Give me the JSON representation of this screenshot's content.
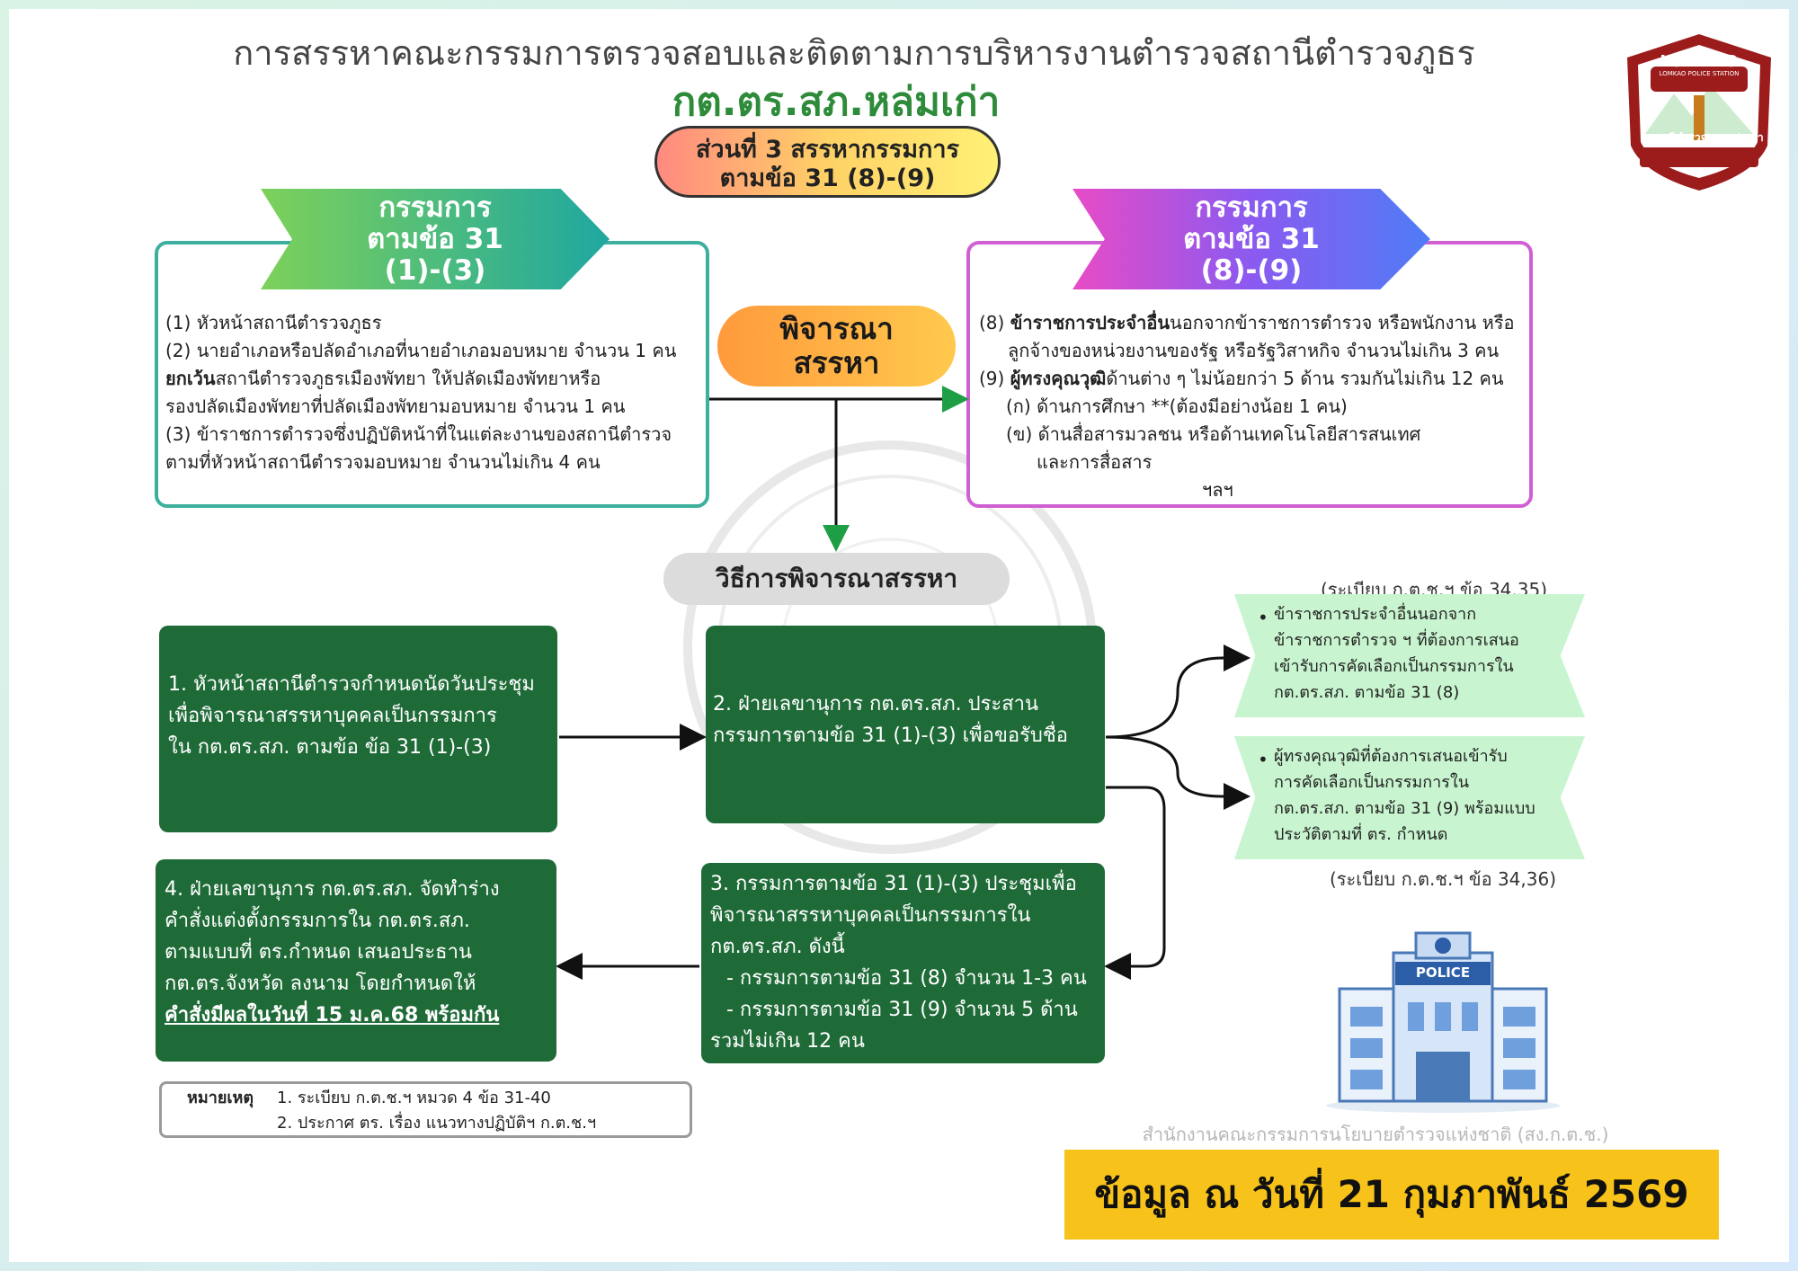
{
  "header": {
    "title_line1": "การสรรหาคณะกรรมการตรวจสอบและติดตามการบริหารงานตำรวจสถานีตำรวจภูธร",
    "title_line2": "กต.ตร.สภ.หล่มเก่า"
  },
  "logo": {
    "name": "LOMKAO",
    "sub": "LOMKAO POLICE STATION",
    "thai": "สถานีตำรวจภูธรหล่มเก่า"
  },
  "part": {
    "line1": "ส่วนที่ 3 สรรหากรรมการ",
    "line2": "ตามข้อ 31 (8)-(9)"
  },
  "left_banner": {
    "line1": "กรรมการ",
    "line2": "ตามข้อ 31",
    "line3": "(1)-(3)"
  },
  "right_banner": {
    "line1": "กรรมการ",
    "line2": "ตามข้อ 31",
    "line3": "(8)-(9)"
  },
  "left_box": {
    "item1": "(1) หัวหน้าสถานีตำรวจภูธร",
    "item2": "(2) นายอำเภอหรือปลัดอำเภอที่นายอำเภอมอบหมาย จำนวน 1 คน",
    "item2_except_bold": "ยกเว้น",
    "item2_except_rest": "สถานีตำรวจภูธรเมืองพัทยา ให้ปลัดเมืองพัทยาหรือ",
    "item2_cont": "รองปลัดเมืองพัทยาที่ปลัดเมืองพัทยามอบหมาย จำนวน 1 คน",
    "item3": "(3) ข้าราชการตำรวจซึ่งปฏิบัติหน้าที่ในแต่ละงานของสถานีตำรวจ",
    "item3_cont": "ตามที่หัวหน้าสถานีตำรวจมอบหมาย จำนวนไม่เกิน 4 คน"
  },
  "right_box": {
    "item8_prefix": "(8) ",
    "item8_bold": "ข้าราชการประจำอื่น",
    "item8_rest": "นอกจากข้าราชการตำรวจ หรือพนักงาน หรือ",
    "item8_cont": "ลูกจ้างของหน่วยงานของรัฐ หรือรัฐวิสาหกิจ จำนวนไม่เกิน 3 คน",
    "item9_prefix": "(9) ",
    "item9_bold": "ผู้ทรงคุณวุฒิ",
    "item9_rest": "ด้านต่าง ๆ ไม่น้อยกว่า 5 ด้าน รวมกันไม่เกิน 12 คน",
    "item9a": "(ก) ด้านการศึกษา **(ต้องมีอย่างน้อย 1 คน)",
    "item9b": "(ข) ด้านสื่อสารมวลชน หรือด้านเทคโนโลยีสารสนเทศ",
    "item9b_cont": "และการสื่อสาร",
    "etc": "ฯลฯ"
  },
  "consider": {
    "line1": "พิจารณา",
    "line2": "สรรหา"
  },
  "method": {
    "label": "วิธีการพิจารณาสรรหา"
  },
  "steps": {
    "s1_l1": "1. หัวหน้าสถานีตำรวจกำหนดนัดวันประชุม",
    "s1_l2": " เพื่อพิจารณาสรรหาบุคคลเป็นกรรมการ",
    "s1_l3": " ใน กต.ตร.สภ. ตามข้อ ข้อ 31 (1)-(3)",
    "s2_l1": "2. ฝ่ายเลขานุการ กต.ตร.สภ. ประสาน",
    "s2_l2": "กรรมการตามข้อ 31 (1)-(3) เพื่อขอรับชื่อ",
    "s3_l1": "3. กรรมการตามข้อ 31 (1)-(3) ประชุมเพื่อ",
    "s3_l2": "พิจารณาสรรหาบุคคลเป็นกรรมการใน",
    "s3_l3": "กต.ตร.สภ. ดังนี้",
    "s3_l4": "- กรรมการตามข้อ 31 (8) จำนวน 1-3 คน",
    "s3_l5": "- กรรมการตามข้อ 31 (9) จำนวน 5 ด้าน",
    "s3_l6": "รวมไม่เกิน 12 คน",
    "s4_l1": "4. ฝ่ายเลขานุการ กต.ตร.สภ. จัดทำร่าง",
    "s4_l2": "คำสั่งแต่งตั้งกรรมการใน กต.ตร.สภ.",
    "s4_l3": "ตามแบบที่ ตร.กำหนด เสนอประธาน",
    "s4_l4": "กต.ตร.จังหวัด ลงนาม โดยกำหนดให้",
    "s4_l5": "คำสั่งมีผลในวันที่ 15 ม.ค.68 พร้อมกัน"
  },
  "refs": {
    "top": "(ระเบียบ ก.ต.ช.ฯ ข้อ 34,35)",
    "bottom": "(ระเบียบ ก.ต.ช.ฯ ข้อ 34,36)"
  },
  "green_banners": {
    "b1_l1": "ข้าราชการประจำอื่นนอกจาก",
    "b1_l2": "ข้าราชการตำรวจ ฯ ที่ต้องการเสนอ",
    "b1_l3": "เข้ารับการคัดเลือกเป็นกรรมการใน",
    "b1_l4": "กต.ตร.สภ. ตามข้อ 31 (8)",
    "b2_l1": "ผู้ทรงคุณวุฒิที่ต้องการเสนอเข้ารับ",
    "b2_l2": "การคัดเลือกเป็นกรรมการใน",
    "b2_l3": "กต.ตร.สภ. ตามข้อ 31 (9) พร้อมแบบ",
    "b2_l4": "ประวัติตามที่ ตร. กำหนด"
  },
  "note": {
    "label": "หมายเหตุ",
    "item1": "1. ระเบียบ ก.ต.ช.ฯ หมวด 4 ข้อ 31-40",
    "item2": "2. ประกาศ ตร. เรื่อง แนวทางปฏิบัติฯ ก.ต.ช.ฯ"
  },
  "illustration": {
    "sign": "POLICE"
  },
  "footer": {
    "office": "สำนักงานคณะกรรมการนโยบายตำรวจแห่งชาติ (สง.ก.ต.ช.)",
    "date": "ข้อมูล ณ วันที่ 21 กุมภาพันธ์ 2569"
  },
  "colors": {
    "step_green": "#1f6b38",
    "title_green": "#2e8b3a",
    "date_yellow": "#f7c31a",
    "info_banner_green": "#c8f5cf"
  }
}
